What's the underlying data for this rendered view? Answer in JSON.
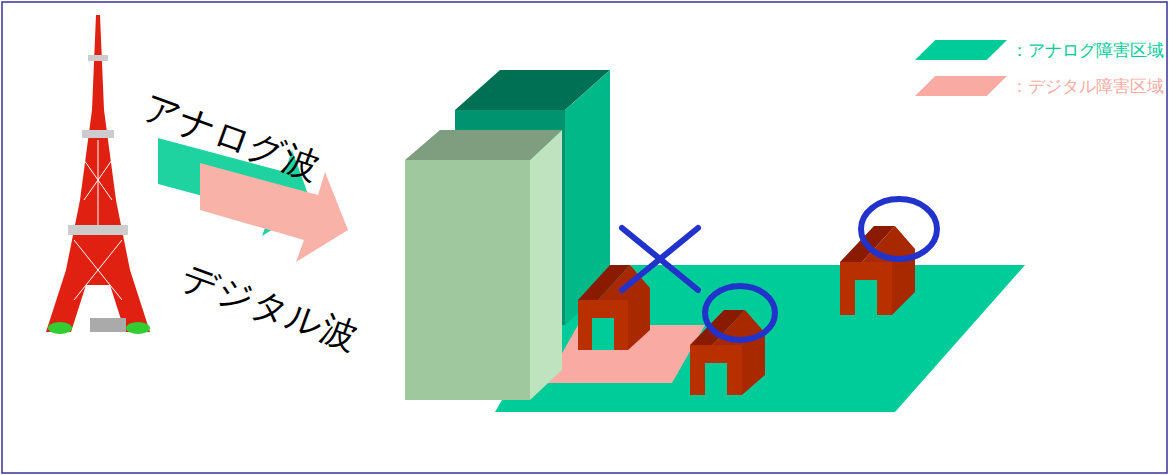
{
  "diagram": {
    "labels": [
      "アナログ波",
      "デジタル波"
    ],
    "legend": [
      {
        "text": "：アナログ障害区域",
        "color": "#00cc99"
      },
      {
        "text": "：デジタル障害区域",
        "color": "#f9aaa2"
      }
    ]
  }
}
